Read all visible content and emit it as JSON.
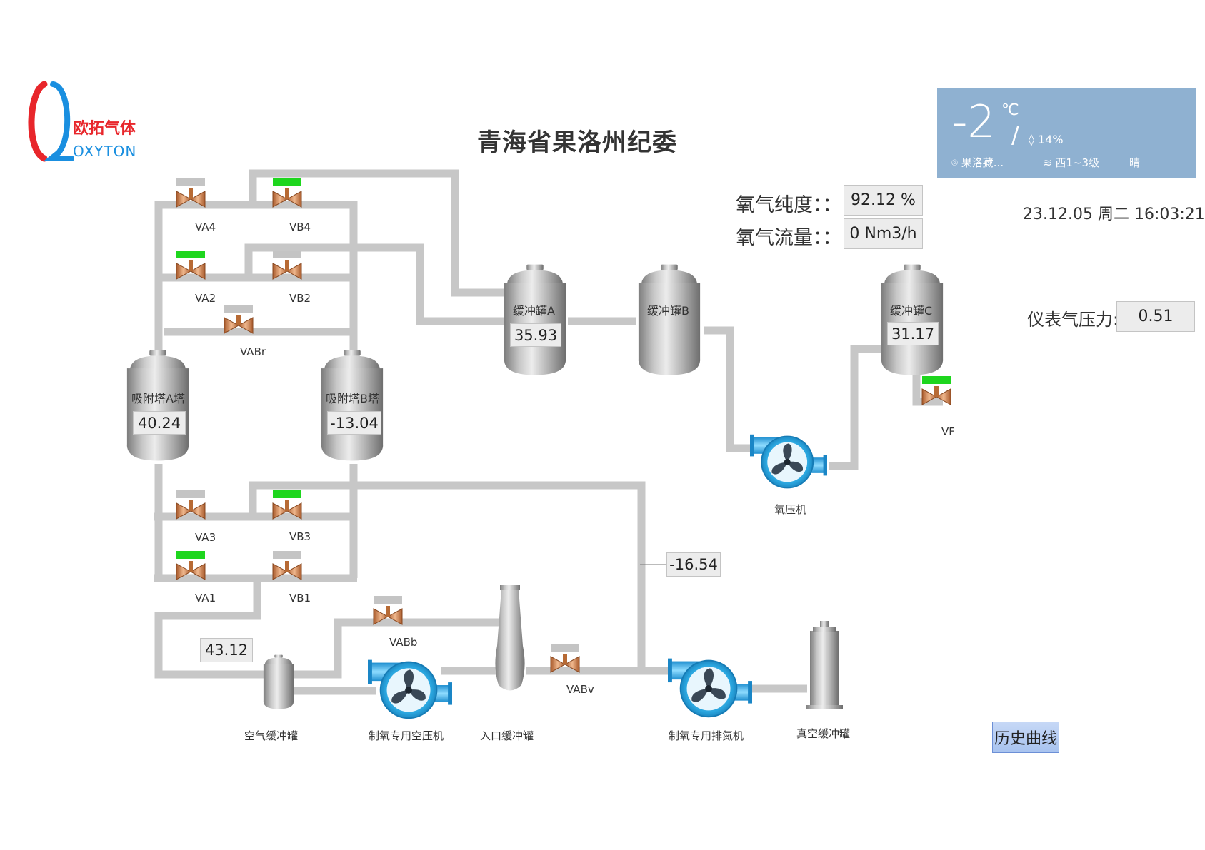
{
  "page": {
    "title": "青海省果洛州纪委"
  },
  "logo": {
    "cn": "欧拓气体",
    "en": "OXYTON"
  },
  "weather": {
    "temp": "-2",
    "unit": "℃",
    "humidity": "14%",
    "location": "果洛藏...",
    "wind": "西1~3级",
    "condition": "晴",
    "sun_icon": "sun-icon",
    "location_icon": "location-pin-icon",
    "wind_icon": "wind-icon",
    "humidity_icon": "droplet-icon"
  },
  "datetime": "23.12.05 周二 16:03:21",
  "readouts": {
    "oxygen_purity_label": "氧气纯度：：",
    "oxygen_purity_value": "92.12 %",
    "oxygen_flow_label": "氧气流量：：",
    "oxygen_flow_value": "0 Nm3/h",
    "instrument_air_label": "仪表气压力:",
    "instrument_air_value": "0.51"
  },
  "towers": {
    "a": {
      "label": "吸附塔A塔",
      "value": "40.24"
    },
    "b": {
      "label": "吸附塔B塔",
      "value": "-13.04"
    }
  },
  "buffers": {
    "a": {
      "label": "缓冲罐A",
      "value": "35.93"
    },
    "b": {
      "label": "缓冲罐B"
    },
    "c": {
      "label": "缓冲罐C",
      "value": "31.17"
    }
  },
  "valves": {
    "va4": {
      "label": "VA4",
      "open": false
    },
    "vb4": {
      "label": "VB4",
      "open": true
    },
    "va2": {
      "label": "VA2",
      "open": true
    },
    "vb2": {
      "label": "VB2",
      "open": false
    },
    "vabr": {
      "label": "VABr",
      "open": false
    },
    "va3": {
      "label": "VA3",
      "open": false
    },
    "vb3": {
      "label": "VB3",
      "open": true
    },
    "va1": {
      "label": "VA1",
      "open": true
    },
    "vb1": {
      "label": "VB1",
      "open": false
    },
    "vabb": {
      "label": "VABb",
      "open": false
    },
    "vabv": {
      "label": "VABv",
      "open": false
    },
    "vf": {
      "label": "VF",
      "open": true
    }
  },
  "equipment": {
    "oxygen_compressor": "氧压机",
    "air_buffer": "空气缓冲罐",
    "air_compressor": "制氧专用空压机",
    "inlet_buffer": "入口缓冲罐",
    "nitrogen_exhaust": "制氧专用排氮机",
    "vacuum_buffer": "真空缓冲罐"
  },
  "values": {
    "air_buffer_pressure": "43.12",
    "vacuum_pressure": "-16.54"
  },
  "buttons": {
    "history": "历史曲线"
  },
  "colors": {
    "pipe": "#c7c7c7",
    "valve_open": "#1ed61e",
    "valve_closed": "#c4c4c4",
    "valve_body": "#c87a3a",
    "fan_blue": "#2aa6df",
    "weather_bg": "#8fb1d1"
  }
}
